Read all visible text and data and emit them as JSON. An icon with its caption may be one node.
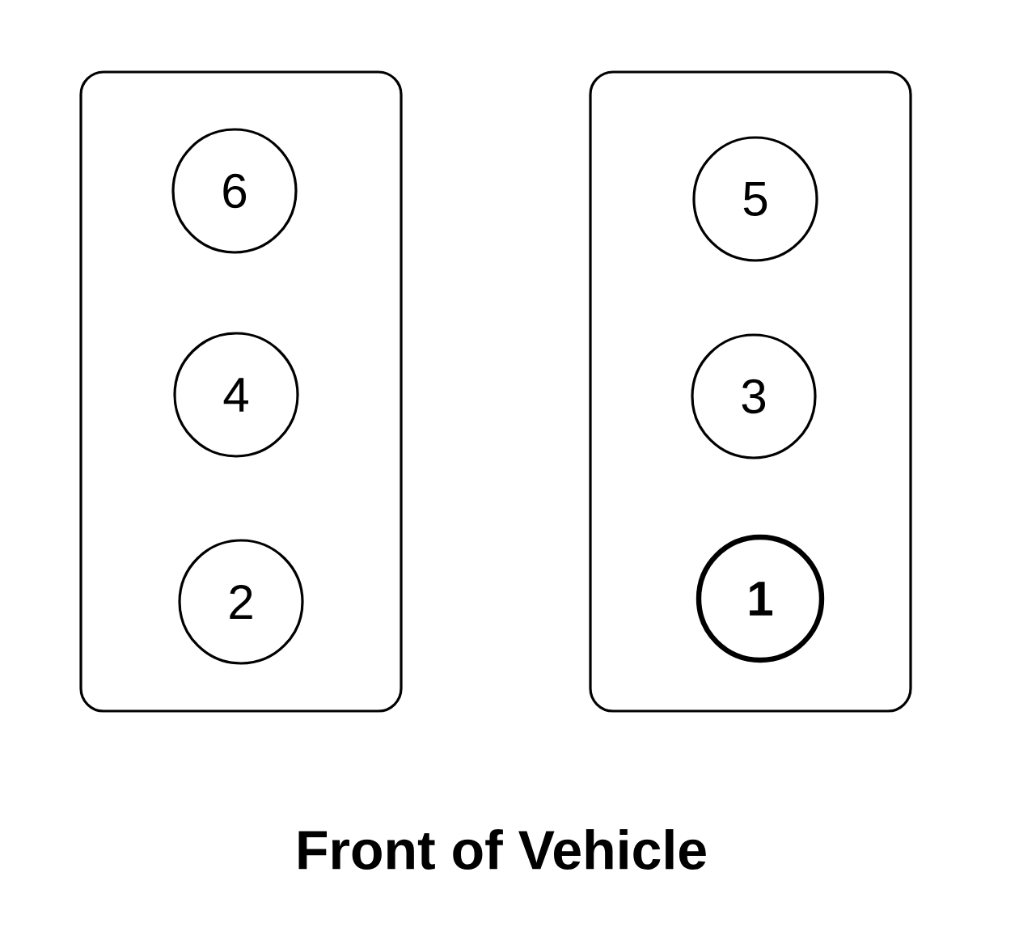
{
  "diagram": {
    "caption": "Front of Vehicle",
    "nodes": [
      {
        "text": [],
        "shape": "box"
      },
      {
        "text": [
          "6"
        ],
        "in": 0
      },
      {
        "text": [
          "4"
        ],
        "in": 0
      },
      {
        "text": [
          "2"
        ],
        "in": 0
      },
      {
        "text": [],
        "shape": "box"
      },
      {
        "text": [
          "5"
        ],
        "in": 4
      },
      {
        "text": [
          "3"
        ],
        "in": 4
      },
      {
        "text": [
          "1"
        ],
        "in": 4
      }
    ]
  }
}
